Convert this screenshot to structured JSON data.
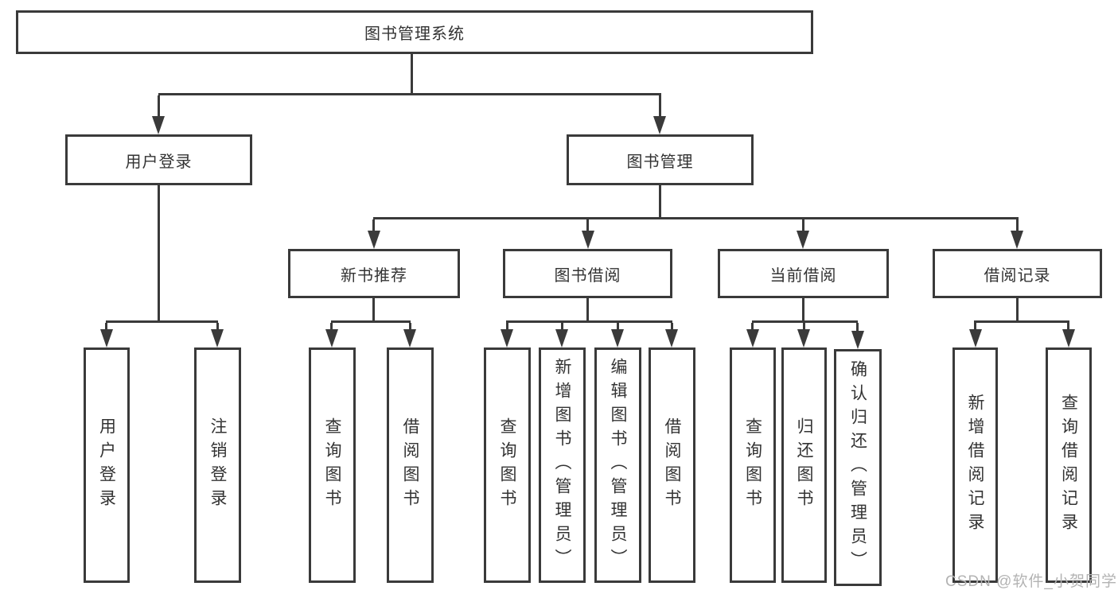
{
  "diagram": {
    "colors": {
      "line": "#3a3a3a",
      "border": "#3a3a3a",
      "text": "#333333",
      "background": "#ffffff",
      "watermark": "#b3b3b3"
    },
    "root": {
      "label": "图书管理系统"
    },
    "level2": {
      "user_login": {
        "label": "用户登录"
      },
      "book_management": {
        "label": "图书管理"
      }
    },
    "level3": {
      "new_book_recommendation": {
        "label": "新书推荐"
      },
      "book_borrowing": {
        "label": "图书借阅"
      },
      "current_borrowing": {
        "label": "当前借阅"
      },
      "borrowing_records": {
        "label": "借阅记录"
      }
    },
    "leaves": {
      "user_login_leaf": {
        "label": "用户登录",
        "parent": "用户登录"
      },
      "logout": {
        "label": "注销登录",
        "parent": "用户登录"
      },
      "query_books_recommend": {
        "label": "查询图书",
        "parent": "新书推荐"
      },
      "borrow_books_recommend": {
        "label": "借阅图书",
        "parent": "新书推荐"
      },
      "query_books_borrowing": {
        "label": "查询图书",
        "parent": "图书借阅"
      },
      "add_books_admin": {
        "label": "新增图书（管理员）",
        "parent": "图书借阅"
      },
      "edit_books_admin": {
        "label": "编辑图书（管理员）",
        "parent": "图书借阅"
      },
      "borrow_books_borrowing": {
        "label": "借阅图书",
        "parent": "图书借阅"
      },
      "query_books_current": {
        "label": "查询图书",
        "parent": "当前借阅"
      },
      "return_books": {
        "label": "归还图书",
        "parent": "当前借阅"
      },
      "confirm_return_admin": {
        "label": "确认归还（管理员）",
        "parent": "当前借阅"
      },
      "add_borrow_record": {
        "label": "新增借阅记录",
        "parent": "借阅记录"
      },
      "query_borrow_record": {
        "label": "查询借阅记录",
        "parent": "借阅记录"
      }
    }
  },
  "watermark": {
    "text": "CSDN @软件_小贺同学"
  }
}
